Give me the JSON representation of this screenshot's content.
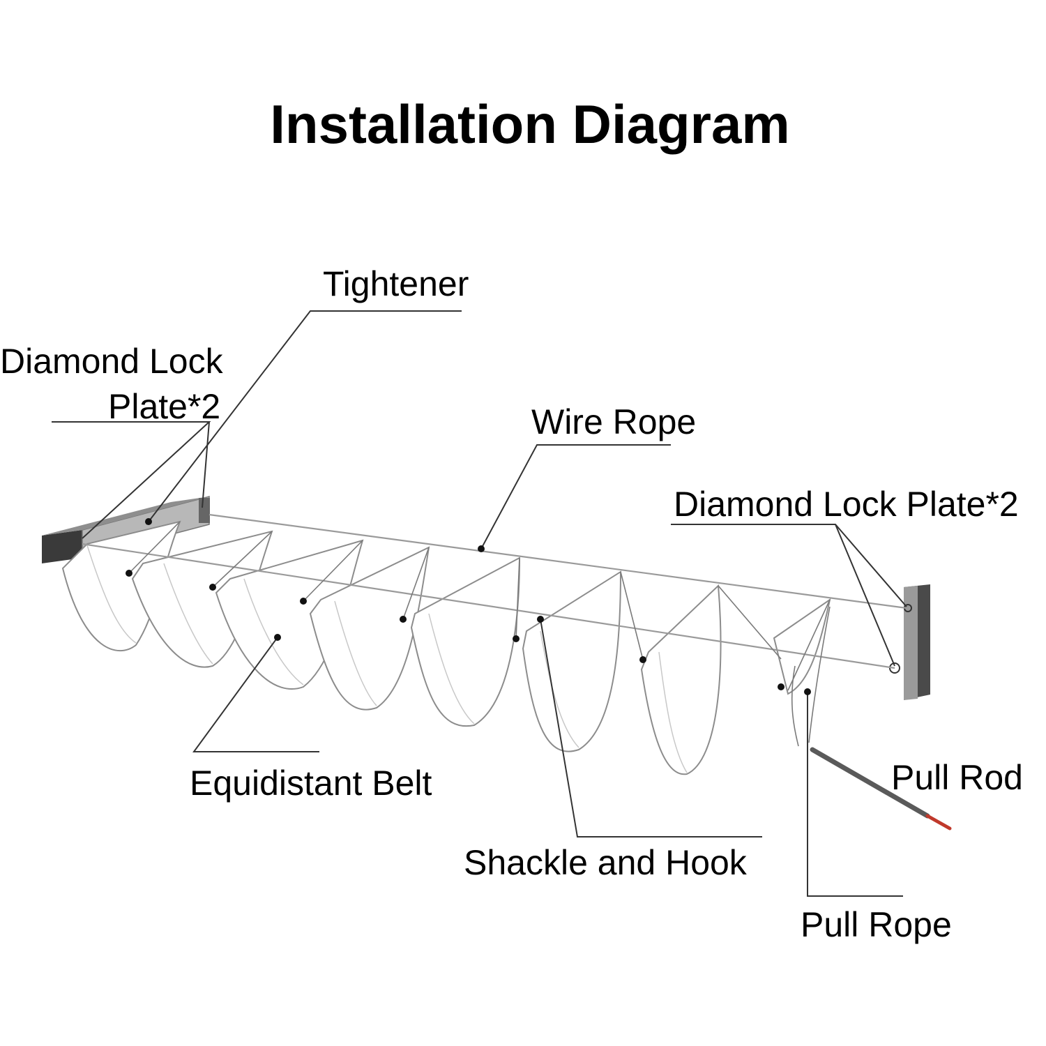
{
  "title": "Installation Diagram",
  "labels": {
    "tightener": "Tightener",
    "diamond_lock_left_line1": "Diamond Lock",
    "diamond_lock_left_line2": "Plate*2",
    "wire_rope": "Wire Rope",
    "diamond_lock_right": "Diamond Lock Plate*2",
    "equidistant_belt": "Equidistant Belt",
    "shackle_and_hook": "Shackle and Hook",
    "pull_rod": "Pull Rod",
    "pull_rope": "Pull Rope"
  },
  "colors": {
    "background": "#ffffff",
    "text": "#000000",
    "bracket": "#5a5a5a",
    "pull_rod_tip": "#c0392b"
  },
  "icons": [
    "wall-bracket-left",
    "wall-bracket-right",
    "pull-rod",
    "wave-sail-panels"
  ]
}
